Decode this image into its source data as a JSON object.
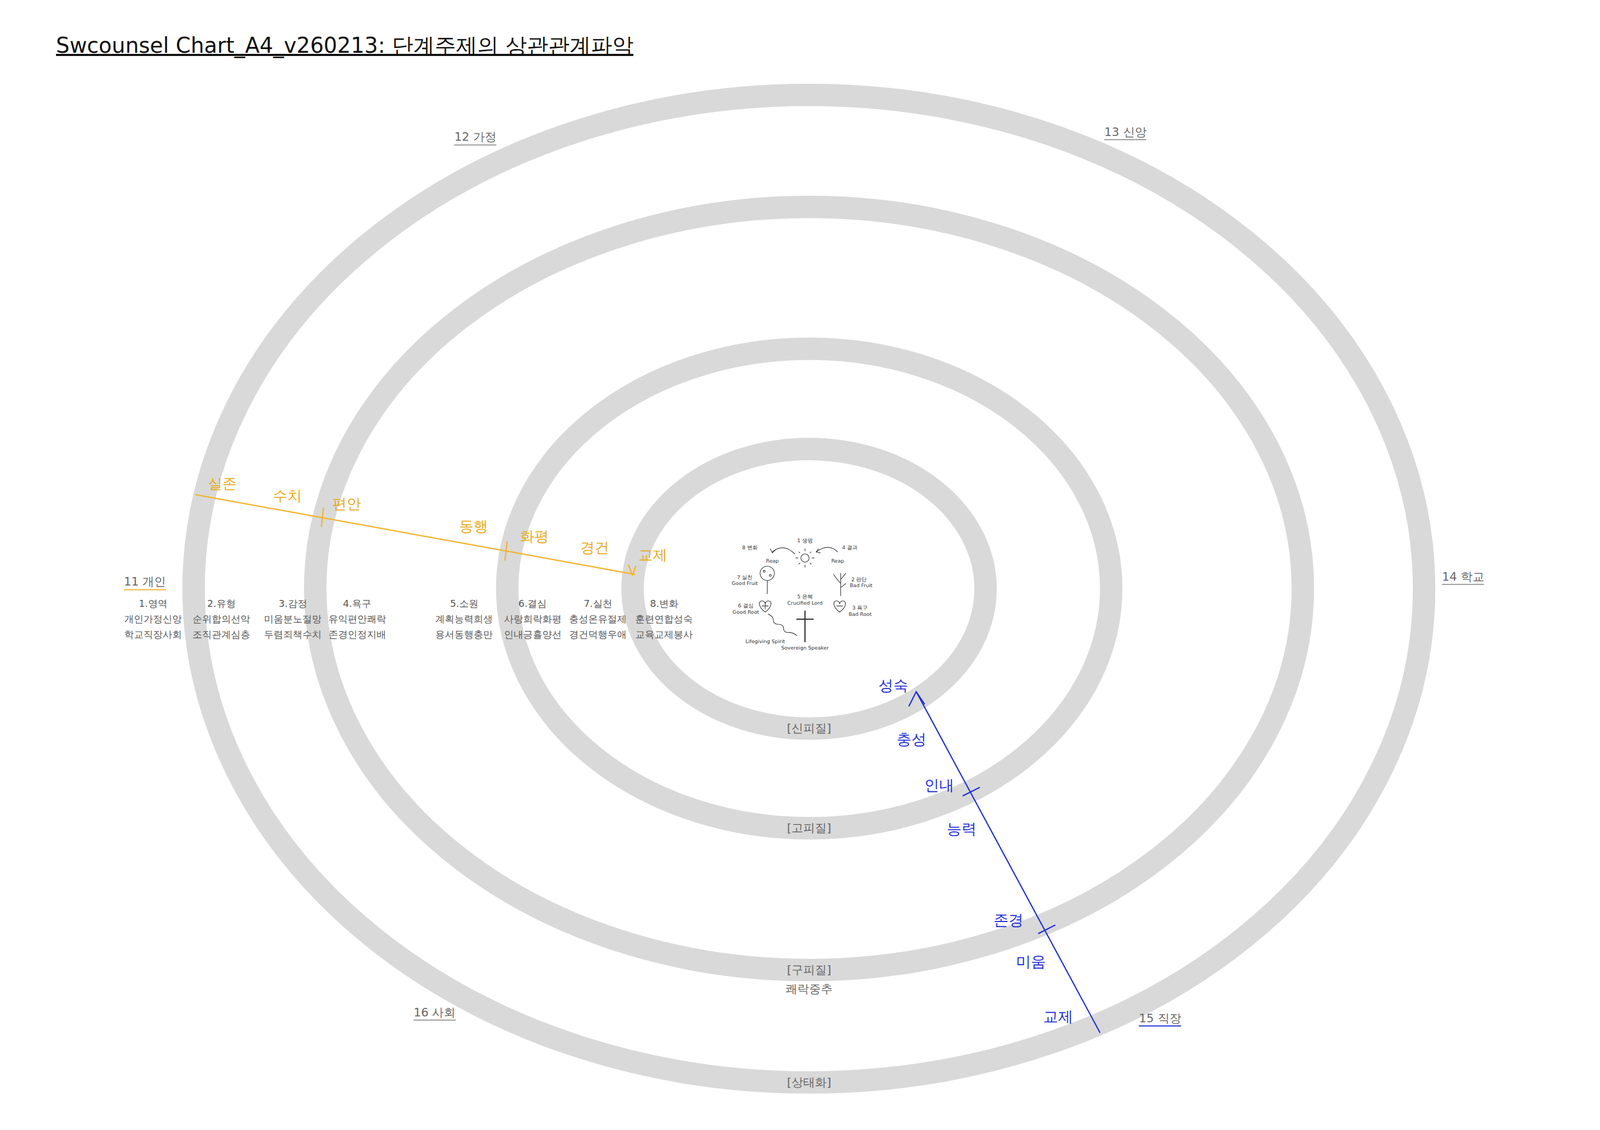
{
  "diagram": {
    "title": "Swcounsel Chart_A4_v260213: 단계주제의 상관관계파악",
    "nodes": [
      {
        "text": [
          "[상태화]"
        ]
      },
      {
        "text": [
          "[구피질]",
          "쾌락중추"
        ],
        "in": 0
      },
      {
        "text": [
          "[고피질]"
        ],
        "in": 1
      },
      {
        "text": [
          "[신피질]"
        ],
        "in": 2
      }
    ],
    "labels": [
      "12 가정",
      "13 신앙",
      "14 학교",
      "15 직장",
      "16 사회",
      "11 개인",
      "1.영역",
      "개인가정신앙",
      "학교직장사회",
      "2.유형",
      "순위합의선악",
      "조직관계심층",
      "3.감정",
      "미움분노절망",
      "두렴죄책수치",
      "4.욕구",
      "유익편안쾌락",
      "존경인정지배",
      "5.소원",
      "계획능력희생",
      "용서동행충만",
      "6.결심",
      "사랑희락화평",
      "인내긍휼양선",
      "7.실천",
      "충성온유절제",
      "경건덕행우애",
      "8.변화",
      "훈련연합성숙",
      "교육교제봉사",
      "실존",
      "수치",
      "편안",
      "동행",
      "화평",
      "경건",
      "교제",
      "성숙",
      "충성",
      "인내",
      "능력",
      "존경",
      "미움",
      "교제",
      "1 생명",
      "8 변화",
      "4 결과",
      "Reap",
      "Reap",
      "7 실천",
      "Good Fruit",
      "2 판단",
      "Bad Fruit",
      "6 결심",
      "Good Root",
      "5 은혜",
      "Crucified Lord",
      "3 욕구",
      "Bad Root",
      "Lifegiving Spirit",
      "Sovereign Speaker"
    ]
  }
}
